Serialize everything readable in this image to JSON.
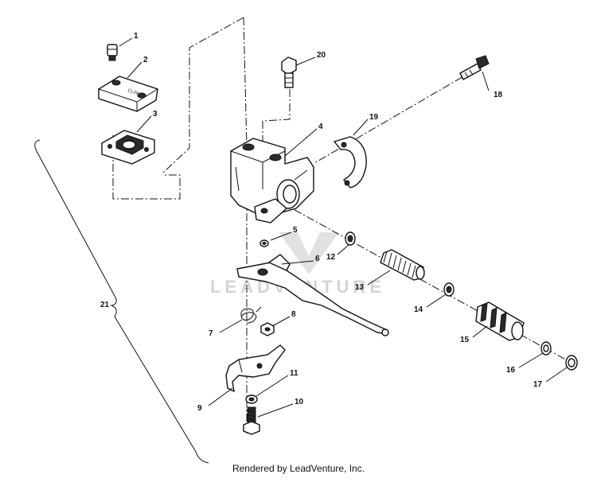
{
  "diagram": {
    "callouts": [
      {
        "id": "1",
        "text": "1"
      },
      {
        "id": "2",
        "text": "2"
      },
      {
        "id": "3",
        "text": "3"
      },
      {
        "id": "4",
        "text": "4"
      },
      {
        "id": "5",
        "text": "5"
      },
      {
        "id": "6",
        "text": "6"
      },
      {
        "id": "7",
        "text": "7"
      },
      {
        "id": "8",
        "text": "8"
      },
      {
        "id": "9",
        "text": "9"
      },
      {
        "id": "10",
        "text": "10"
      },
      {
        "id": "11",
        "text": "11"
      },
      {
        "id": "12",
        "text": "12"
      },
      {
        "id": "13",
        "text": "13"
      },
      {
        "id": "14",
        "text": "14"
      },
      {
        "id": "15",
        "text": "15"
      },
      {
        "id": "16",
        "text": "16"
      },
      {
        "id": "17",
        "text": "17"
      },
      {
        "id": "18",
        "text": "18"
      },
      {
        "id": "19",
        "text": "19"
      },
      {
        "id": "20",
        "text": "20"
      },
      {
        "id": "21",
        "text": "21"
      }
    ],
    "cap_marking": "CLIMA",
    "watermark": "LEADVENTURE"
  },
  "footer": {
    "text": "Rendered by LeadVenture, Inc."
  }
}
